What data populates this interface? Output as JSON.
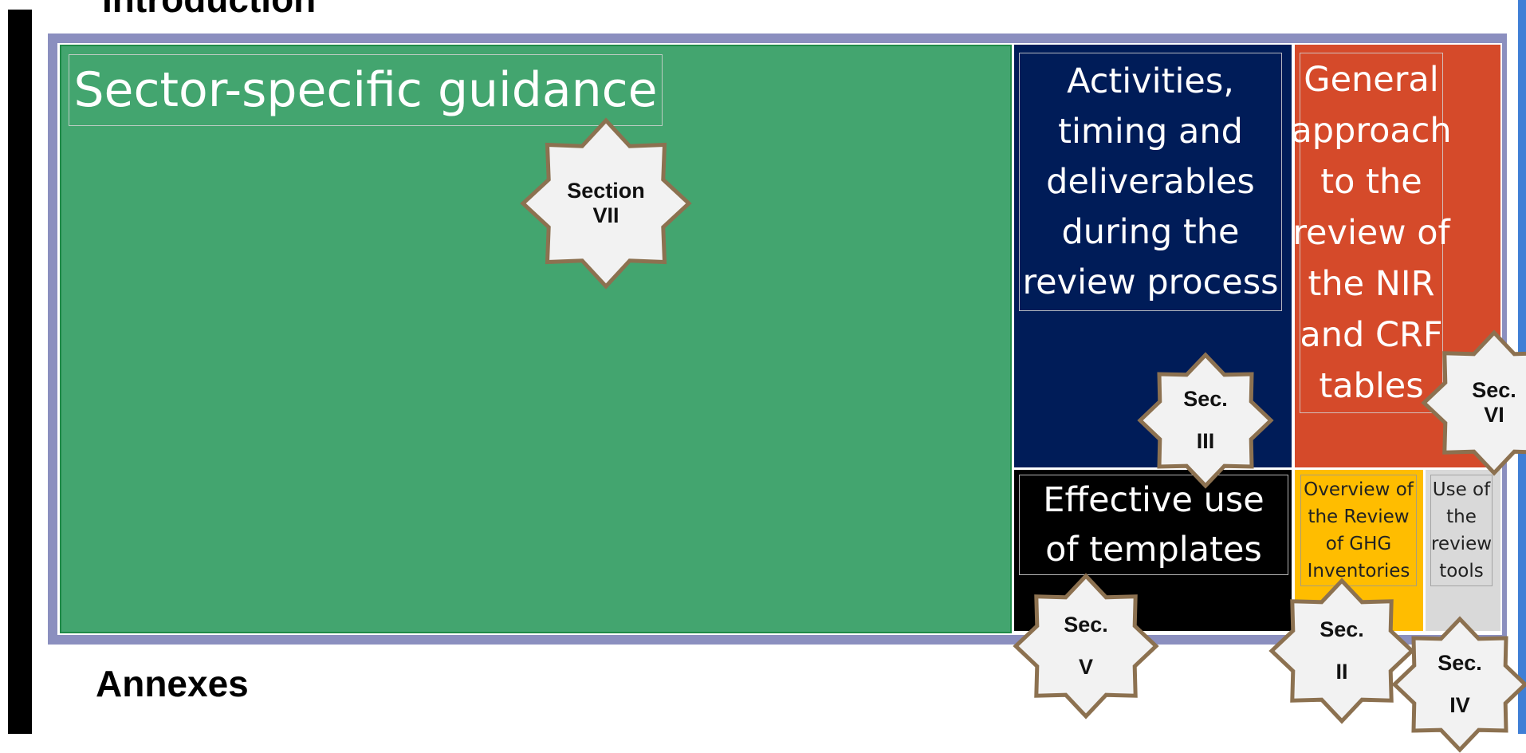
{
  "page": {
    "intro_heading": "Introduction",
    "annexes_heading": "Annexes"
  },
  "tiles": {
    "sector_guidance": {
      "label": "Sector-specific guidance",
      "color": "#43a56f"
    },
    "activities": {
      "label": "Activities, timing and deliverables during the review process",
      "color": "#001c58"
    },
    "general_approach": {
      "label": "General approach to the review of the NIR and CRF tables",
      "color": "#d54a2a"
    },
    "templates": {
      "label": "Effective use of templates",
      "color": "#000000"
    },
    "overview": {
      "label": "Overview of the Review of GHG Inventories",
      "color": "#ffbd00"
    },
    "review_tools": {
      "label": "Use of the review tools",
      "color": "#d9d9d9"
    }
  },
  "badges": {
    "section_vii": {
      "line1": "Section",
      "line2": "VII"
    },
    "sec_iii": {
      "line1": "Sec.",
      "line2": "III"
    },
    "sec_vi": {
      "line1": "Sec.",
      "line2": "VI"
    },
    "sec_v": {
      "line1": "Sec.",
      "line2": "V"
    },
    "sec_ii": {
      "line1": "Sec.",
      "line2": "II"
    },
    "sec_iv": {
      "line1": "Sec.",
      "line2": "IV"
    }
  },
  "colors": {
    "frame": "#8b8fbf",
    "left_bar": "#000000",
    "right_bar": "#3f7fd6",
    "badge_fill": "#f2f2f2",
    "badge_stroke": "#8c7150"
  }
}
